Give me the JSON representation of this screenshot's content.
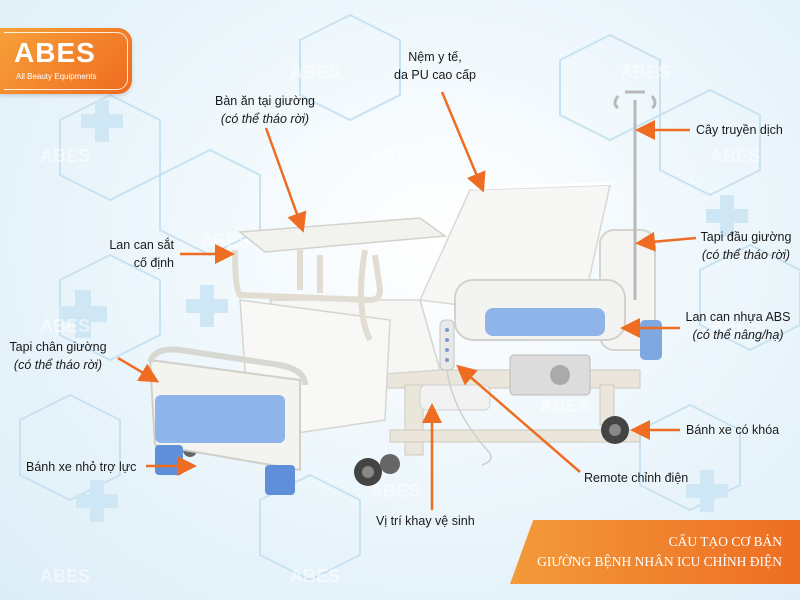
{
  "logo": {
    "brand": "ABES",
    "tagline": "All Beauty Equipments"
  },
  "watermark": "ABES",
  "labels": {
    "mattress": {
      "line1": "Nệm y tế,",
      "line2": "da PU cao cấp"
    },
    "table": {
      "line1": "Bàn ăn tại giường",
      "line2": "(có thể tháo rời)"
    },
    "iv_pole": {
      "line1": "Cây truyền dịch"
    },
    "side_rail_fixed": {
      "line1": "Lan can sắt",
      "line2": "cố định"
    },
    "headboard": {
      "line1": "Tapi đầu giường",
      "line2": "(có thể tháo rời)"
    },
    "abs_rail": {
      "line1": "Lan can nhựa ABS",
      "line2": "(có thể nâng/hạ)"
    },
    "footboard": {
      "line1": "Tapi chân giường",
      "line2": "(có thể tháo rời)"
    },
    "lock_wheel": {
      "line1": "Bánh xe có khóa"
    },
    "small_wheel": {
      "line1": "Bánh xe nhỏ trợ lực"
    },
    "remote": {
      "line1": "Remote chỉnh điện"
    },
    "toilet": {
      "line1": "Vị trí khay vệ sinh"
    }
  },
  "banner": {
    "line1": "CẤU TẠO CƠ BẢN",
    "line2": "GIƯỜNG BỆNH NHÂN ICU CHỈNH ĐIỆN"
  },
  "colors": {
    "accent": "#ee6d22",
    "rail_blue": "#8fb4ea",
    "bed_white": "#f6f6f4"
  }
}
